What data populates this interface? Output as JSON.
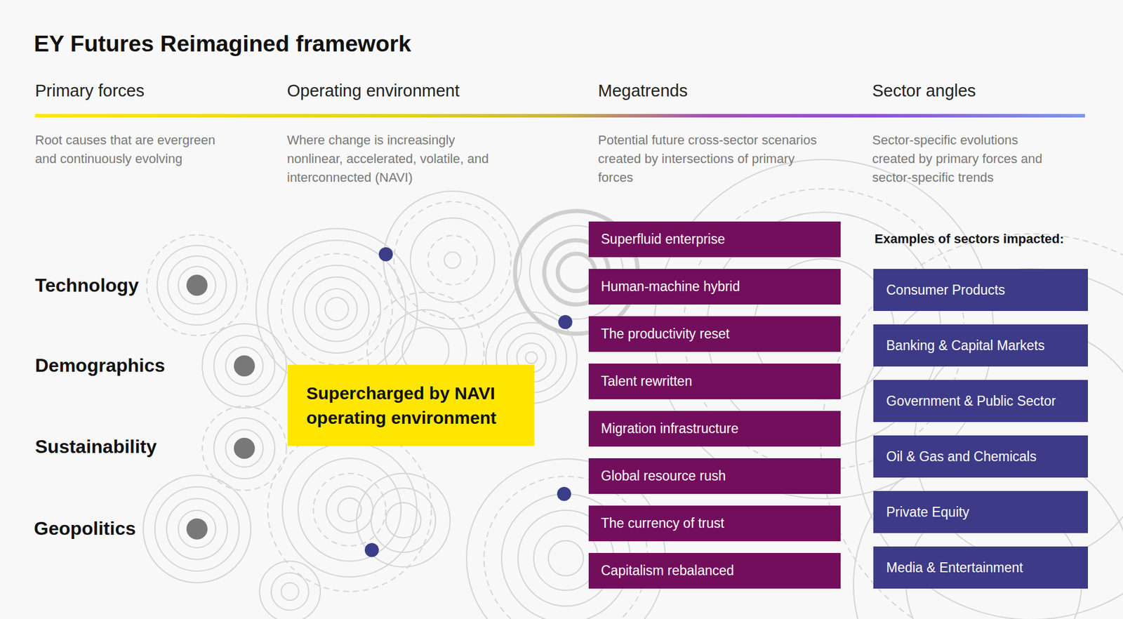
{
  "diagram": {
    "title": "EY Futures Reimagined framework",
    "nodes": [
      {
        "text": [
          "Supercharged by NAVI operating environment"
        ]
      },
      {
        "text": [
          "Superfluid enterprise"
        ]
      },
      {
        "text": [
          "Human-machine hybrid"
        ]
      },
      {
        "text": [
          "The productivity reset"
        ]
      },
      {
        "text": [
          "Talent rewritten"
        ]
      },
      {
        "text": [
          "Migration infrastructure"
        ]
      },
      {
        "text": [
          "Global resource rush"
        ]
      },
      {
        "text": [
          "The currency of trust"
        ]
      },
      {
        "text": [
          "Capitalism rebalanced"
        ]
      },
      {
        "text": [
          "Consumer Products"
        ]
      },
      {
        "text": [
          "Banking & Capital Markets"
        ]
      },
      {
        "text": [
          "Government & Public Sector"
        ]
      },
      {
        "text": [
          "Oil & Gas and Chemicals"
        ]
      },
      {
        "text": [
          "Private Equity"
        ]
      },
      {
        "text": [
          "Media & Entertainment"
        ]
      }
    ],
    "labels": [
      "Primary forces",
      "Operating environment",
      "Megatrends",
      "Sector angles",
      "Root causes that are evergreen and continuously evolving",
      "Where change is increasingly nonlinear, accelerated, volatile, and interconnected (NAVI)",
      "Potential future cross-sector scenarios created by intersections of primary forces",
      "Sector-specific evolutions created by primary forces and sector-specific trends",
      "Technology",
      "Demographics",
      "Sustainability",
      "Geopolitics",
      "Examples of sectors impacted:"
    ]
  }
}
